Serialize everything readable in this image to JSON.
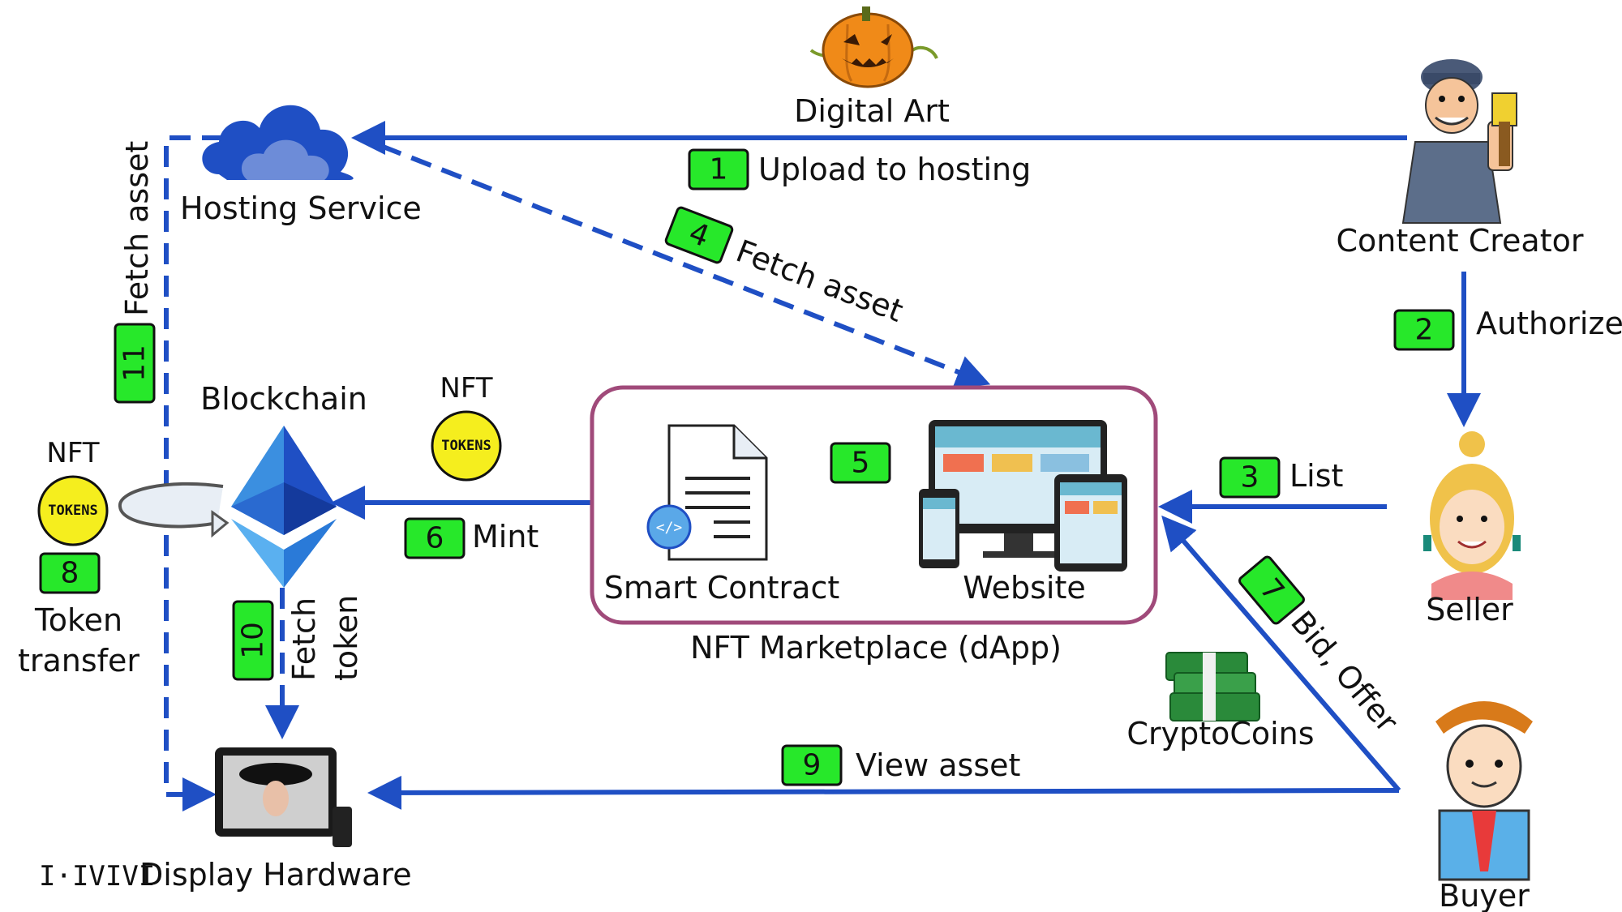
{
  "nodes": {
    "digital_art": "Digital Art",
    "hosting_service": "Hosting Service",
    "content_creator": "Content Creator",
    "blockchain": "Blockchain",
    "nft_left": "NFT",
    "nft_mid": "NFT",
    "smart_contract": "Smart Contract",
    "website": "Website",
    "marketplace": "NFT Marketplace (dApp)",
    "seller": "Seller",
    "buyer": "Buyer",
    "crypto_coins": "CryptoCoins",
    "display_hardware": "Display Hardware",
    "token_transfer_1": "Token",
    "token_transfer_2": "transfer",
    "tokens_badge_left": "TOKENS",
    "tokens_badge_mid": "TOKENS",
    "watermark": "I·IVIVI"
  },
  "steps": [
    {
      "num": "1",
      "label": "Upload to hosting"
    },
    {
      "num": "2",
      "label": "Authorize"
    },
    {
      "num": "3",
      "label": "List"
    },
    {
      "num": "4",
      "label": "Fetch asset"
    },
    {
      "num": "5",
      "label": ""
    },
    {
      "num": "6",
      "label": "Mint"
    },
    {
      "num": "7",
      "label": "Bid, Offer"
    },
    {
      "num": "8",
      "label": ""
    },
    {
      "num": "9",
      "label": "View asset"
    },
    {
      "num": "10",
      "label_1": "Fetch",
      "label_2": "token"
    },
    {
      "num": "11",
      "label": "Fetch asset"
    }
  ],
  "colors": {
    "arrow": "#1f4fc4",
    "badge": "#27e82a",
    "marketplace_border": "#a04a7a",
    "token_coin": "#f5ee1e"
  },
  "icons": [
    "pumpkin-icon",
    "cloud-icon",
    "painter-icon",
    "ethereum-icon",
    "tokens-coin-icon",
    "smart-contract-icon",
    "devices-icon",
    "seller-icon",
    "money-icon",
    "buyer-icon",
    "display-frame-icon"
  ]
}
